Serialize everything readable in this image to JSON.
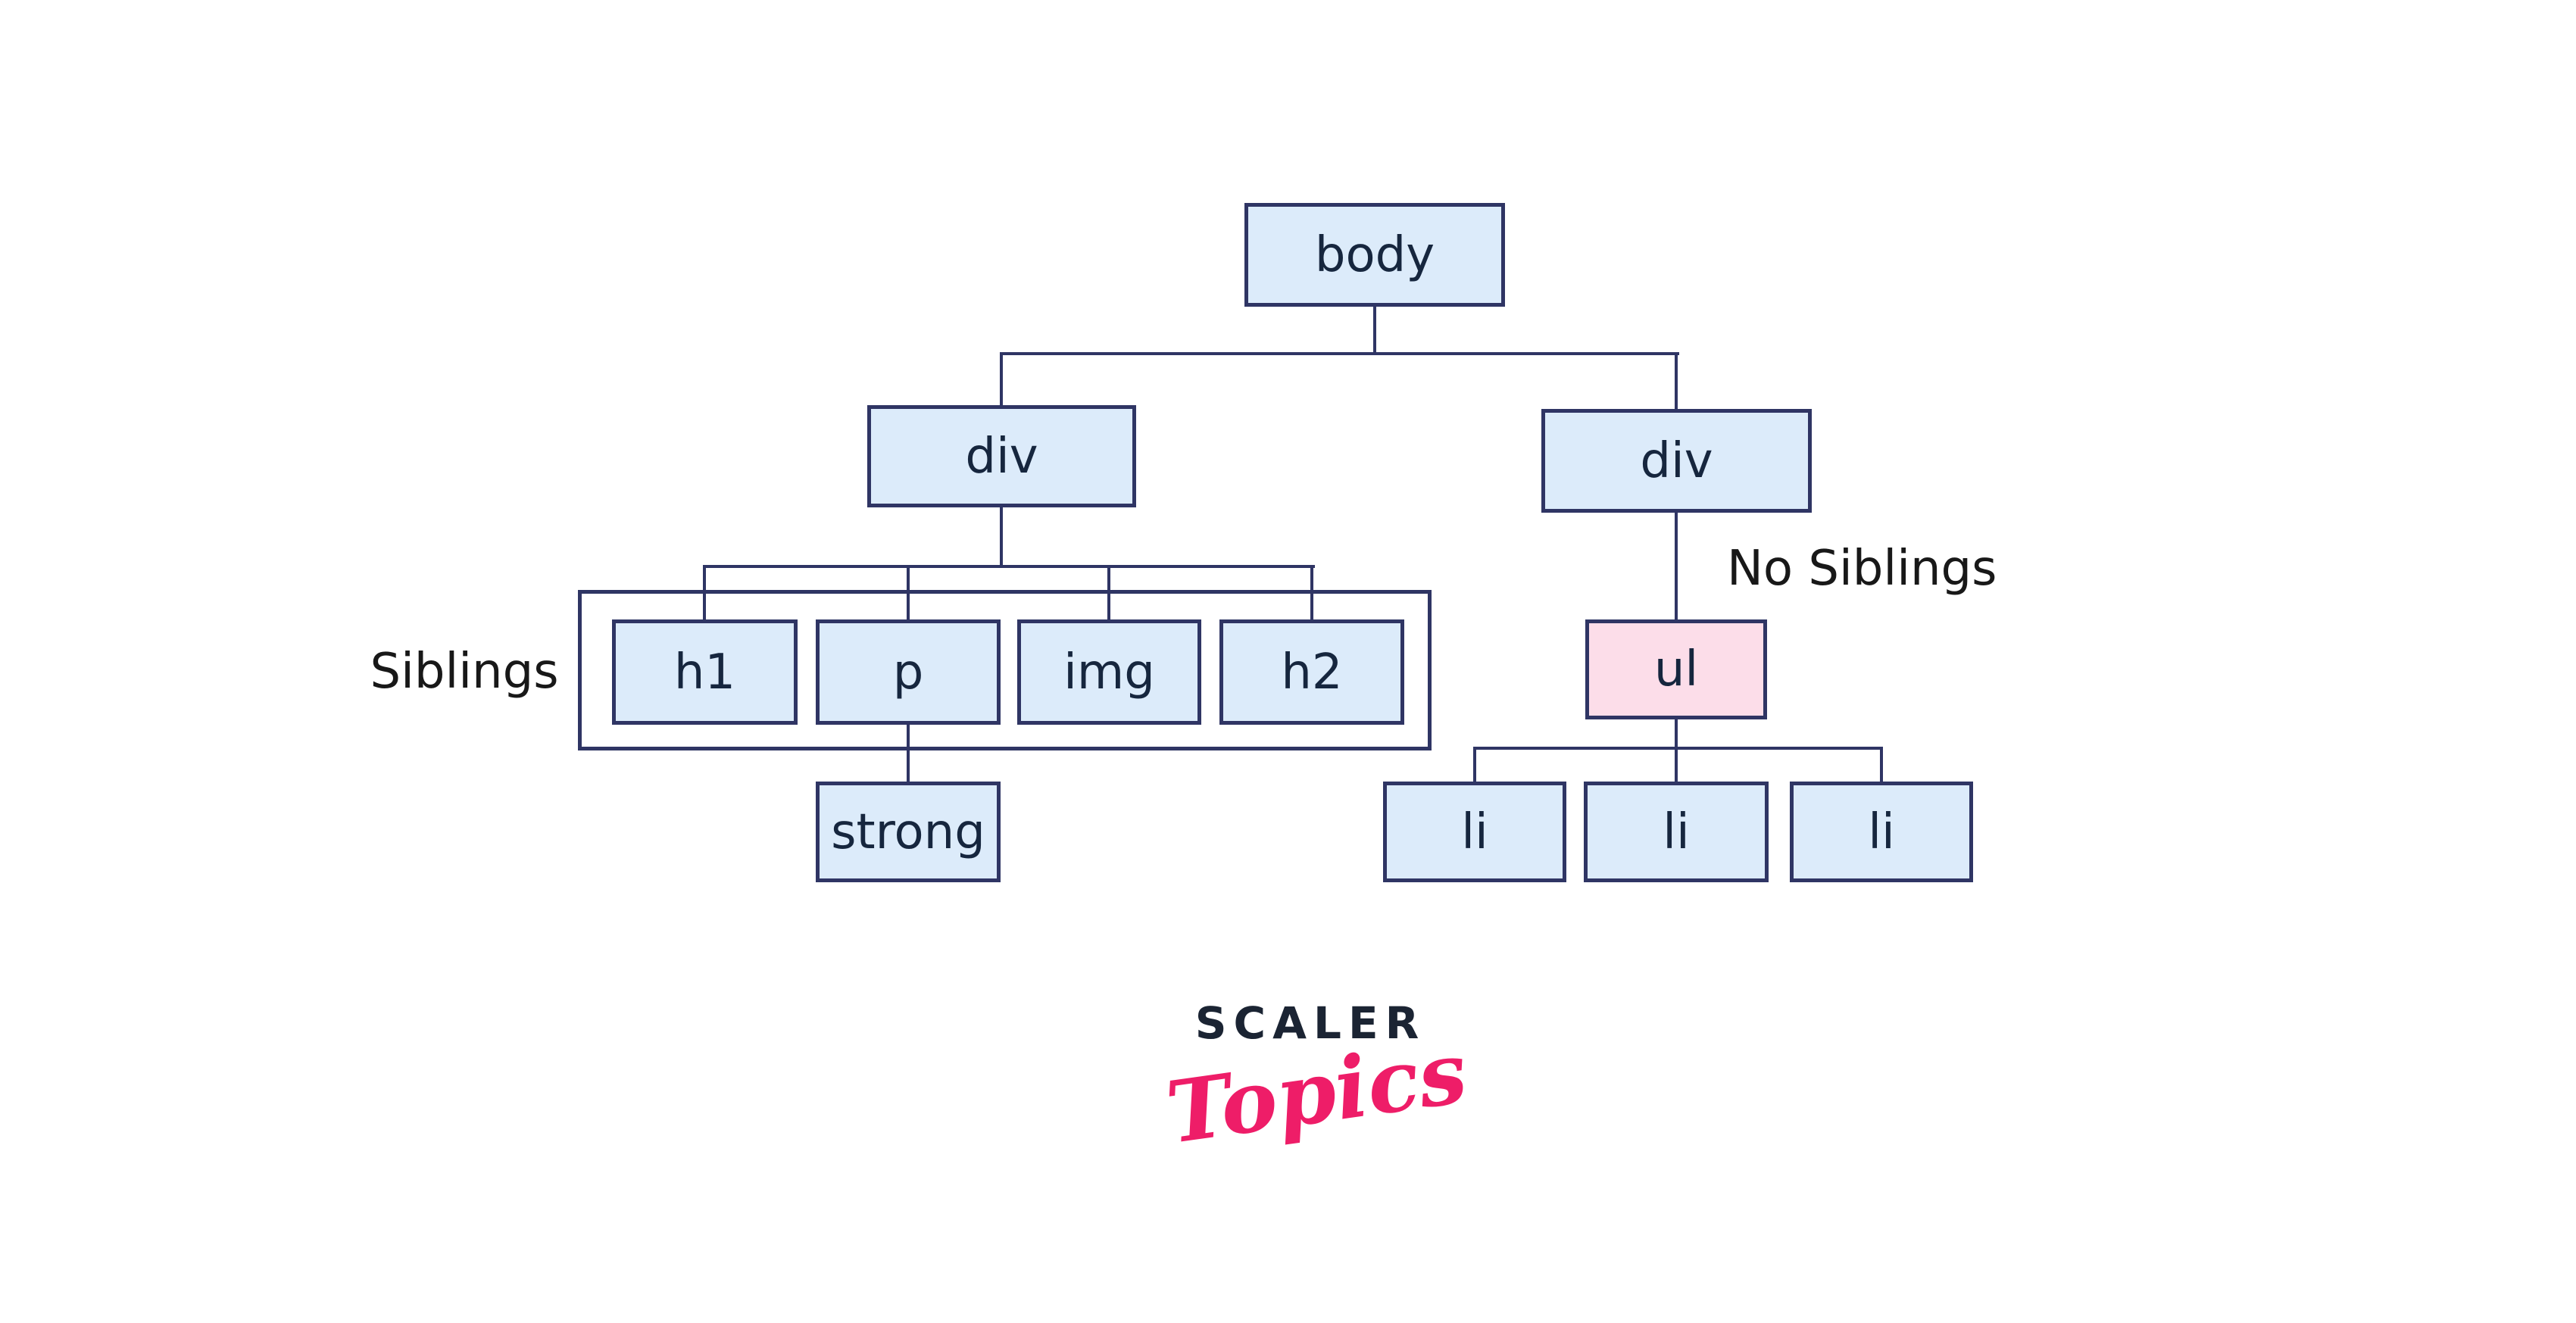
{
  "diagram": {
    "nodes": {
      "body": {
        "label": "body"
      },
      "div_left": {
        "label": "div"
      },
      "div_right": {
        "label": "div"
      },
      "h1": {
        "label": "h1"
      },
      "p": {
        "label": "p"
      },
      "img": {
        "label": "img"
      },
      "h2": {
        "label": "h2"
      },
      "strong": {
        "label": "strong"
      },
      "ul": {
        "label": "ul"
      },
      "li_1": {
        "label": "li"
      },
      "li_2": {
        "label": "li"
      },
      "li_3": {
        "label": "li"
      }
    },
    "annotations": {
      "siblings": "Siblings",
      "no_siblings": "No Siblings"
    },
    "colors": {
      "node_fill": "#dcebfa",
      "highlight_fill": "#fcdde9",
      "stroke": "#2f3564",
      "node_text": "#16263e",
      "annotation_text": "#181818",
      "logo_navy": "#1b2433",
      "logo_pink": "#ee1d68"
    }
  },
  "logo": {
    "brand": "SCALER",
    "sub": "Topics"
  }
}
